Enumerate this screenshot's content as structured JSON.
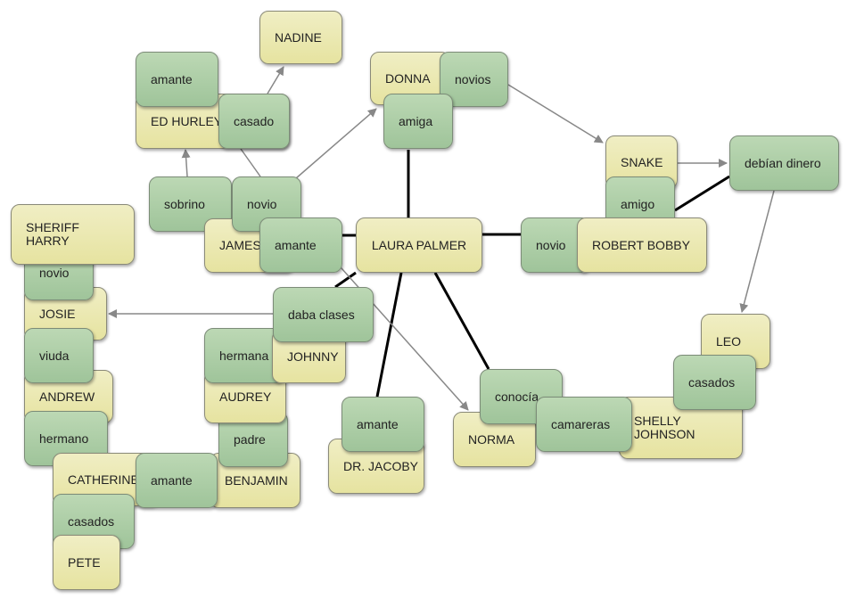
{
  "colors": {
    "person": "#e8e5a8",
    "relation": "#a6c9a0",
    "strong_edge": "#000000",
    "arrow_edge": "#888888"
  },
  "nodes": [
    {
      "id": "nadine",
      "label": "NADINE",
      "kind": "person"
    },
    {
      "id": "ed",
      "label": "ED HURLEY",
      "kind": "person"
    },
    {
      "id": "amante1",
      "label": "amante",
      "kind": "rel"
    },
    {
      "id": "casado",
      "label": "casado",
      "kind": "rel"
    },
    {
      "id": "donna",
      "label": "DONNA",
      "kind": "person"
    },
    {
      "id": "novios",
      "label": "novios",
      "kind": "rel"
    },
    {
      "id": "amiga",
      "label": "amiga",
      "kind": "rel"
    },
    {
      "id": "sobrino",
      "label": "sobrino",
      "kind": "rel"
    },
    {
      "id": "james",
      "label": "JAMES",
      "kind": "person"
    },
    {
      "id": "novio1",
      "label": "novio",
      "kind": "rel"
    },
    {
      "id": "amante2",
      "label": "amante",
      "kind": "rel"
    },
    {
      "id": "laura",
      "label": "LAURA PALMER",
      "kind": "person"
    },
    {
      "id": "josie",
      "label": "JOSIE",
      "kind": "person"
    },
    {
      "id": "novio2",
      "label": "novio",
      "kind": "rel"
    },
    {
      "id": "sheriff",
      "label": "SHERIFF\nHARRY",
      "kind": "person"
    },
    {
      "id": "andrew",
      "label": "ANDREW",
      "kind": "person"
    },
    {
      "id": "viuda",
      "label": "viuda",
      "kind": "rel"
    },
    {
      "id": "hermano",
      "label": "hermano",
      "kind": "rel"
    },
    {
      "id": "catherine",
      "label": "CATHERINE",
      "kind": "person"
    },
    {
      "id": "casados1",
      "label": "casados",
      "kind": "rel"
    },
    {
      "id": "pete",
      "label": "PETE",
      "kind": "person"
    },
    {
      "id": "benjamin",
      "label": "BENJAMIN",
      "kind": "person"
    },
    {
      "id": "padre",
      "label": "padre",
      "kind": "rel"
    },
    {
      "id": "amante3",
      "label": "amante",
      "kind": "rel"
    },
    {
      "id": "audrey",
      "label": "AUDREY",
      "kind": "person"
    },
    {
      "id": "hermana",
      "label": "hermana",
      "kind": "rel"
    },
    {
      "id": "johnny",
      "label": "JOHNNY",
      "kind": "person"
    },
    {
      "id": "daba",
      "label": "daba clases",
      "kind": "rel"
    },
    {
      "id": "jacoby",
      "label": "DR. JACOBY",
      "kind": "person"
    },
    {
      "id": "amante4",
      "label": "amante",
      "kind": "rel"
    },
    {
      "id": "snake",
      "label": "SNAKE",
      "kind": "person"
    },
    {
      "id": "amigo",
      "label": "amigo",
      "kind": "rel"
    },
    {
      "id": "debian",
      "label": "debían dinero",
      "kind": "rel"
    },
    {
      "id": "novio3",
      "label": "novio",
      "kind": "rel"
    },
    {
      "id": "robert",
      "label": "ROBERT BOBBY",
      "kind": "person"
    },
    {
      "id": "leo",
      "label": "LEO",
      "kind": "person"
    },
    {
      "id": "norma",
      "label": "NORMA",
      "kind": "person"
    },
    {
      "id": "conocia",
      "label": "conocía",
      "kind": "rel"
    },
    {
      "id": "shelly",
      "label": "SHELLY\nJOHNSON",
      "kind": "person"
    },
    {
      "id": "camareras",
      "label": "camareras",
      "kind": "rel"
    },
    {
      "id": "casados2",
      "label": "casados",
      "kind": "rel"
    }
  ]
}
